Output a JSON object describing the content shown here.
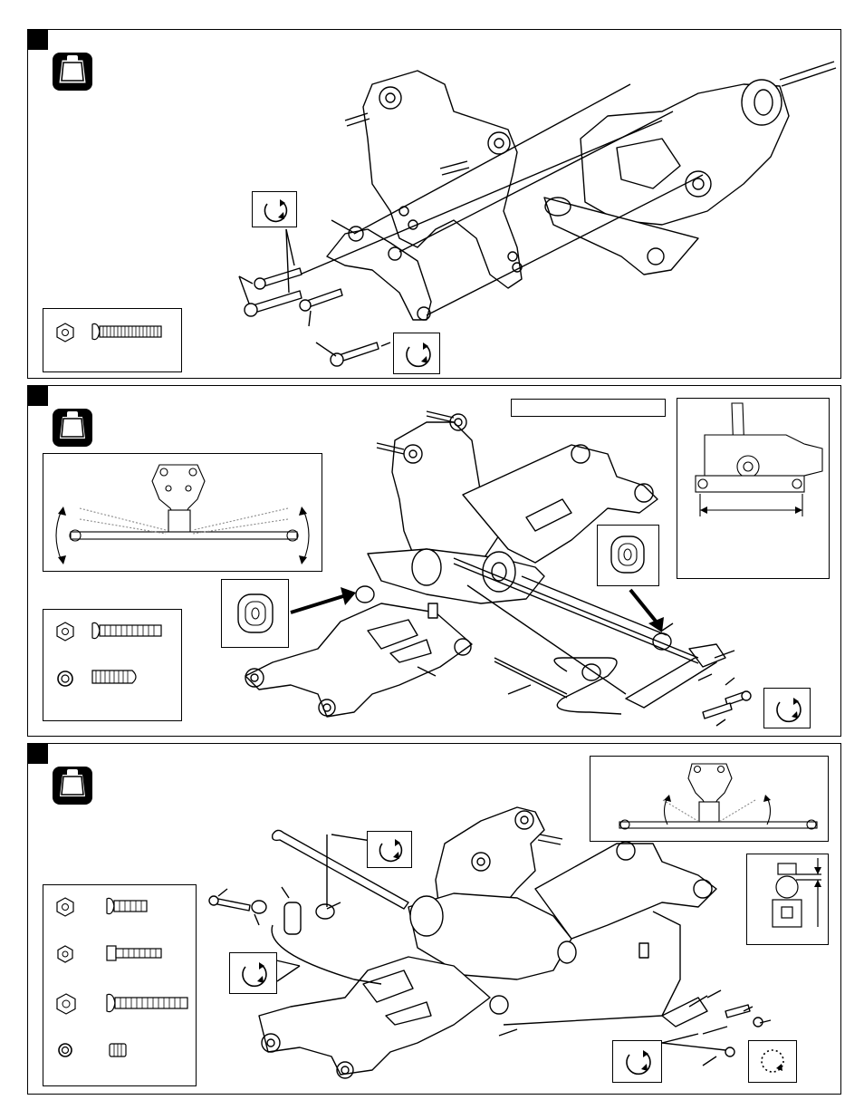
{
  "steps": [
    {
      "id": "step-1",
      "hardware": [
        "washer-icon",
        "button-head-screw-icon"
      ]
    },
    {
      "id": "step-2",
      "hardware": [
        "washer-icon",
        "button-head-screw-icon",
        "nut-icon",
        "set-screw-icon"
      ],
      "note": ""
    },
    {
      "id": "step-3",
      "hardware": [
        "washer-icon",
        "button-head-screw-icon",
        "washer-icon",
        "cap-screw-icon",
        "washer-icon",
        "long-button-head-screw-icon",
        "nut-icon",
        "set-screw-icon"
      ]
    }
  ],
  "icons": {
    "tool": "hex-driver-icon",
    "rotate": "clockwise-rotate-icon",
    "arrow": "pointer-arrow-icon"
  },
  "colors": {
    "line": "#000000",
    "fill": "#ffffff",
    "shade": "#d9d9d9"
  }
}
